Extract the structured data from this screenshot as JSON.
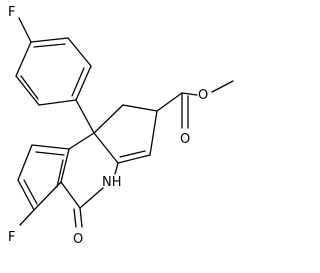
{
  "figure": {
    "type": "chemical-structure",
    "atom_labels": {
      "fluorine_top": "F",
      "fluorine_bottom": "F",
      "ester_oxygen_carbonyl": "O",
      "ester_oxygen_methoxy": "O",
      "lactam_oxygen": "O",
      "lactam_nitrogen": "NH"
    },
    "colors": {
      "bond": "#000000",
      "label": "#000000",
      "background": "#ffffff"
    }
  }
}
